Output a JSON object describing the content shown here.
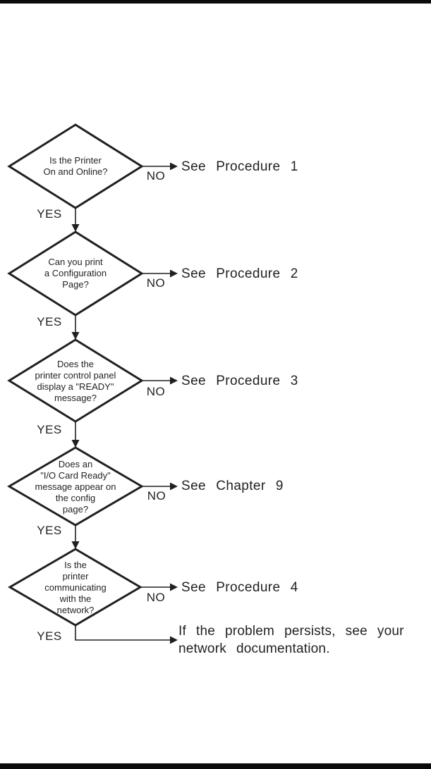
{
  "colors": {
    "ink": "#231f20",
    "page_background": "#ffffff",
    "page_rule": "#0b0b0b"
  },
  "flowchart": {
    "steps": [
      {
        "question": "Is the Printer\nOn and Online?",
        "yes_label": "YES",
        "no_label": "NO",
        "no_result": "See Procedure 1"
      },
      {
        "question": "Can you print\na Configuration\nPage?",
        "yes_label": "YES",
        "no_label": "NO",
        "no_result": "See Procedure 2"
      },
      {
        "question": "Does the\nprinter control panel\ndisplay a \"READY\"\nmessage?",
        "yes_label": "YES",
        "no_label": "NO",
        "no_result": "See Procedure 3"
      },
      {
        "question": "Does an\n\"I/O Card Ready\"\nmessage appear on\nthe config\npage?",
        "yes_label": "YES",
        "no_label": "NO",
        "no_result": "See Chapter 9"
      },
      {
        "question": "Is the\nprinter\ncommunicating\nwith the\nnetwork?",
        "yes_label": "YES",
        "no_label": "NO",
        "no_result": "See Procedure 4"
      }
    ],
    "yes_final_result": "If the problem persists, see your\nnetwork documentation."
  }
}
